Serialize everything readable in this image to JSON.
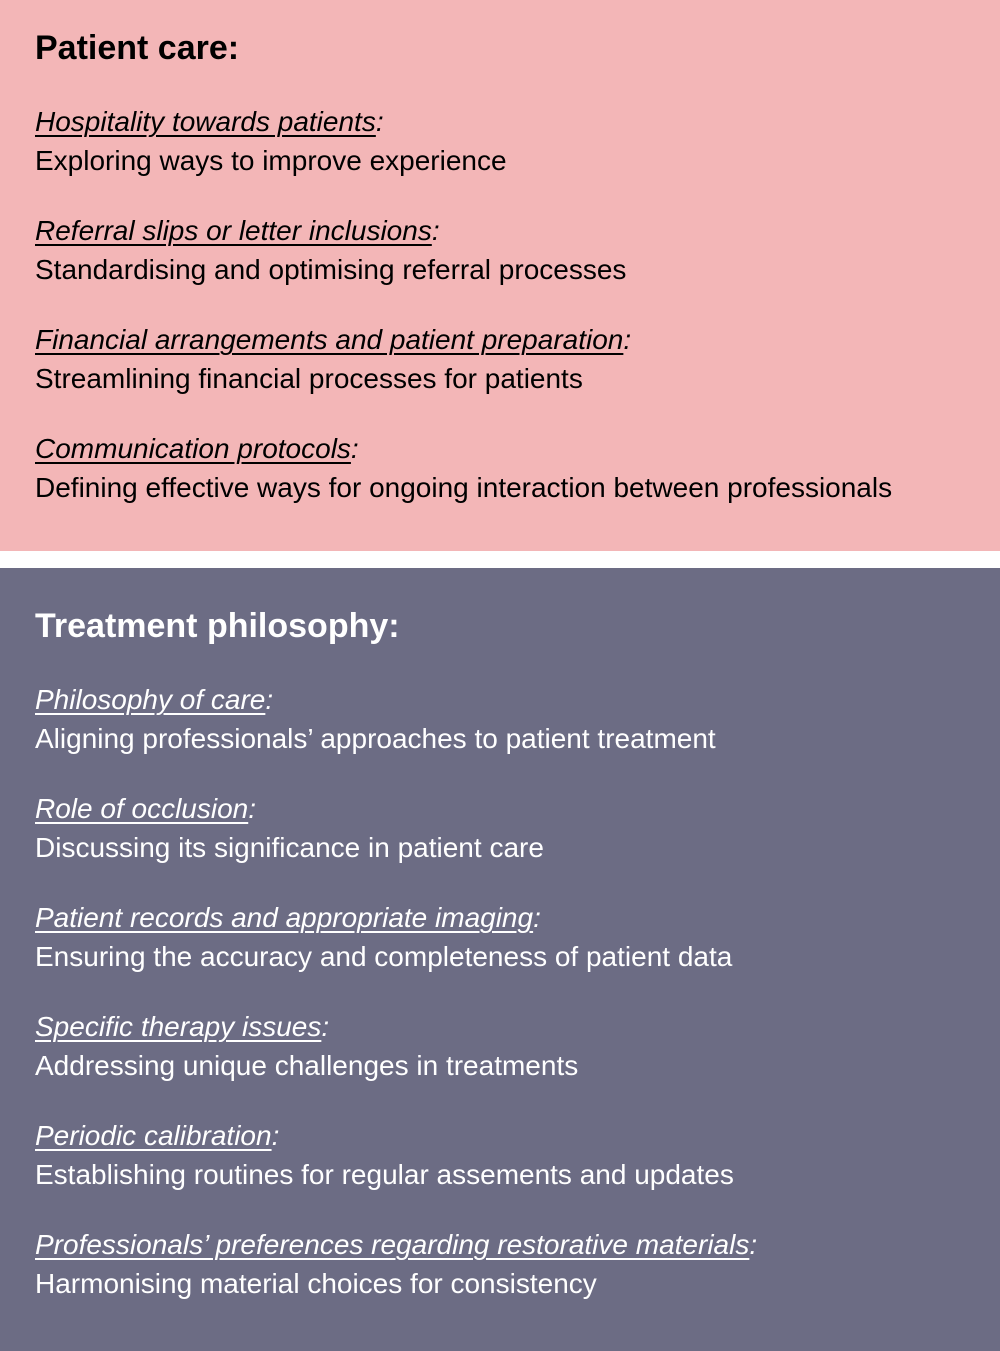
{
  "patient_care": {
    "heading": "Patient care:",
    "items": [
      {
        "title": "Hospitality towards patients",
        "suffix": ":",
        "desc": "Exploring ways to improve experience"
      },
      {
        "title": "Referral slips or letter inclusions",
        "suffix": ":",
        "desc": "Standardising and optimising referral processes"
      },
      {
        "title": "Financial arrangements and patient preparation",
        "suffix": ":",
        "desc": "Streamlining financial processes for patients"
      },
      {
        "title": "Communication protocols",
        "suffix": ":",
        "desc": "Defining effective ways for ongoing interaction between professionals"
      }
    ]
  },
  "treatment_philosophy": {
    "heading": "Treatment philosophy:",
    "items": [
      {
        "title": "Philosophy of care",
        "suffix": ":",
        "desc": "Aligning professionals’ approaches to patient treatment"
      },
      {
        "title": "Role of occlusion",
        "suffix": ":",
        "desc": "Discussing its significance in patient care"
      },
      {
        "title": "Patient records and appropriate imaging",
        "suffix": ":",
        "desc": "Ensuring the accuracy and completeness of patient data"
      },
      {
        "title": "Specific therapy issues",
        "suffix": ":",
        "desc": "Addressing unique challenges in treatments"
      },
      {
        "title": "Periodic calibration",
        "suffix": ":",
        "desc": "Establishing routines for regular assements and updates"
      },
      {
        "title": "Professionals’ preferences regarding restorative materials",
        "suffix": ":",
        "desc": "Harmonising material choices for consistency"
      }
    ]
  },
  "colors": {
    "patient_care_bg": "#f3b6b7",
    "treatment_philosophy_bg": "#6c6c84"
  }
}
